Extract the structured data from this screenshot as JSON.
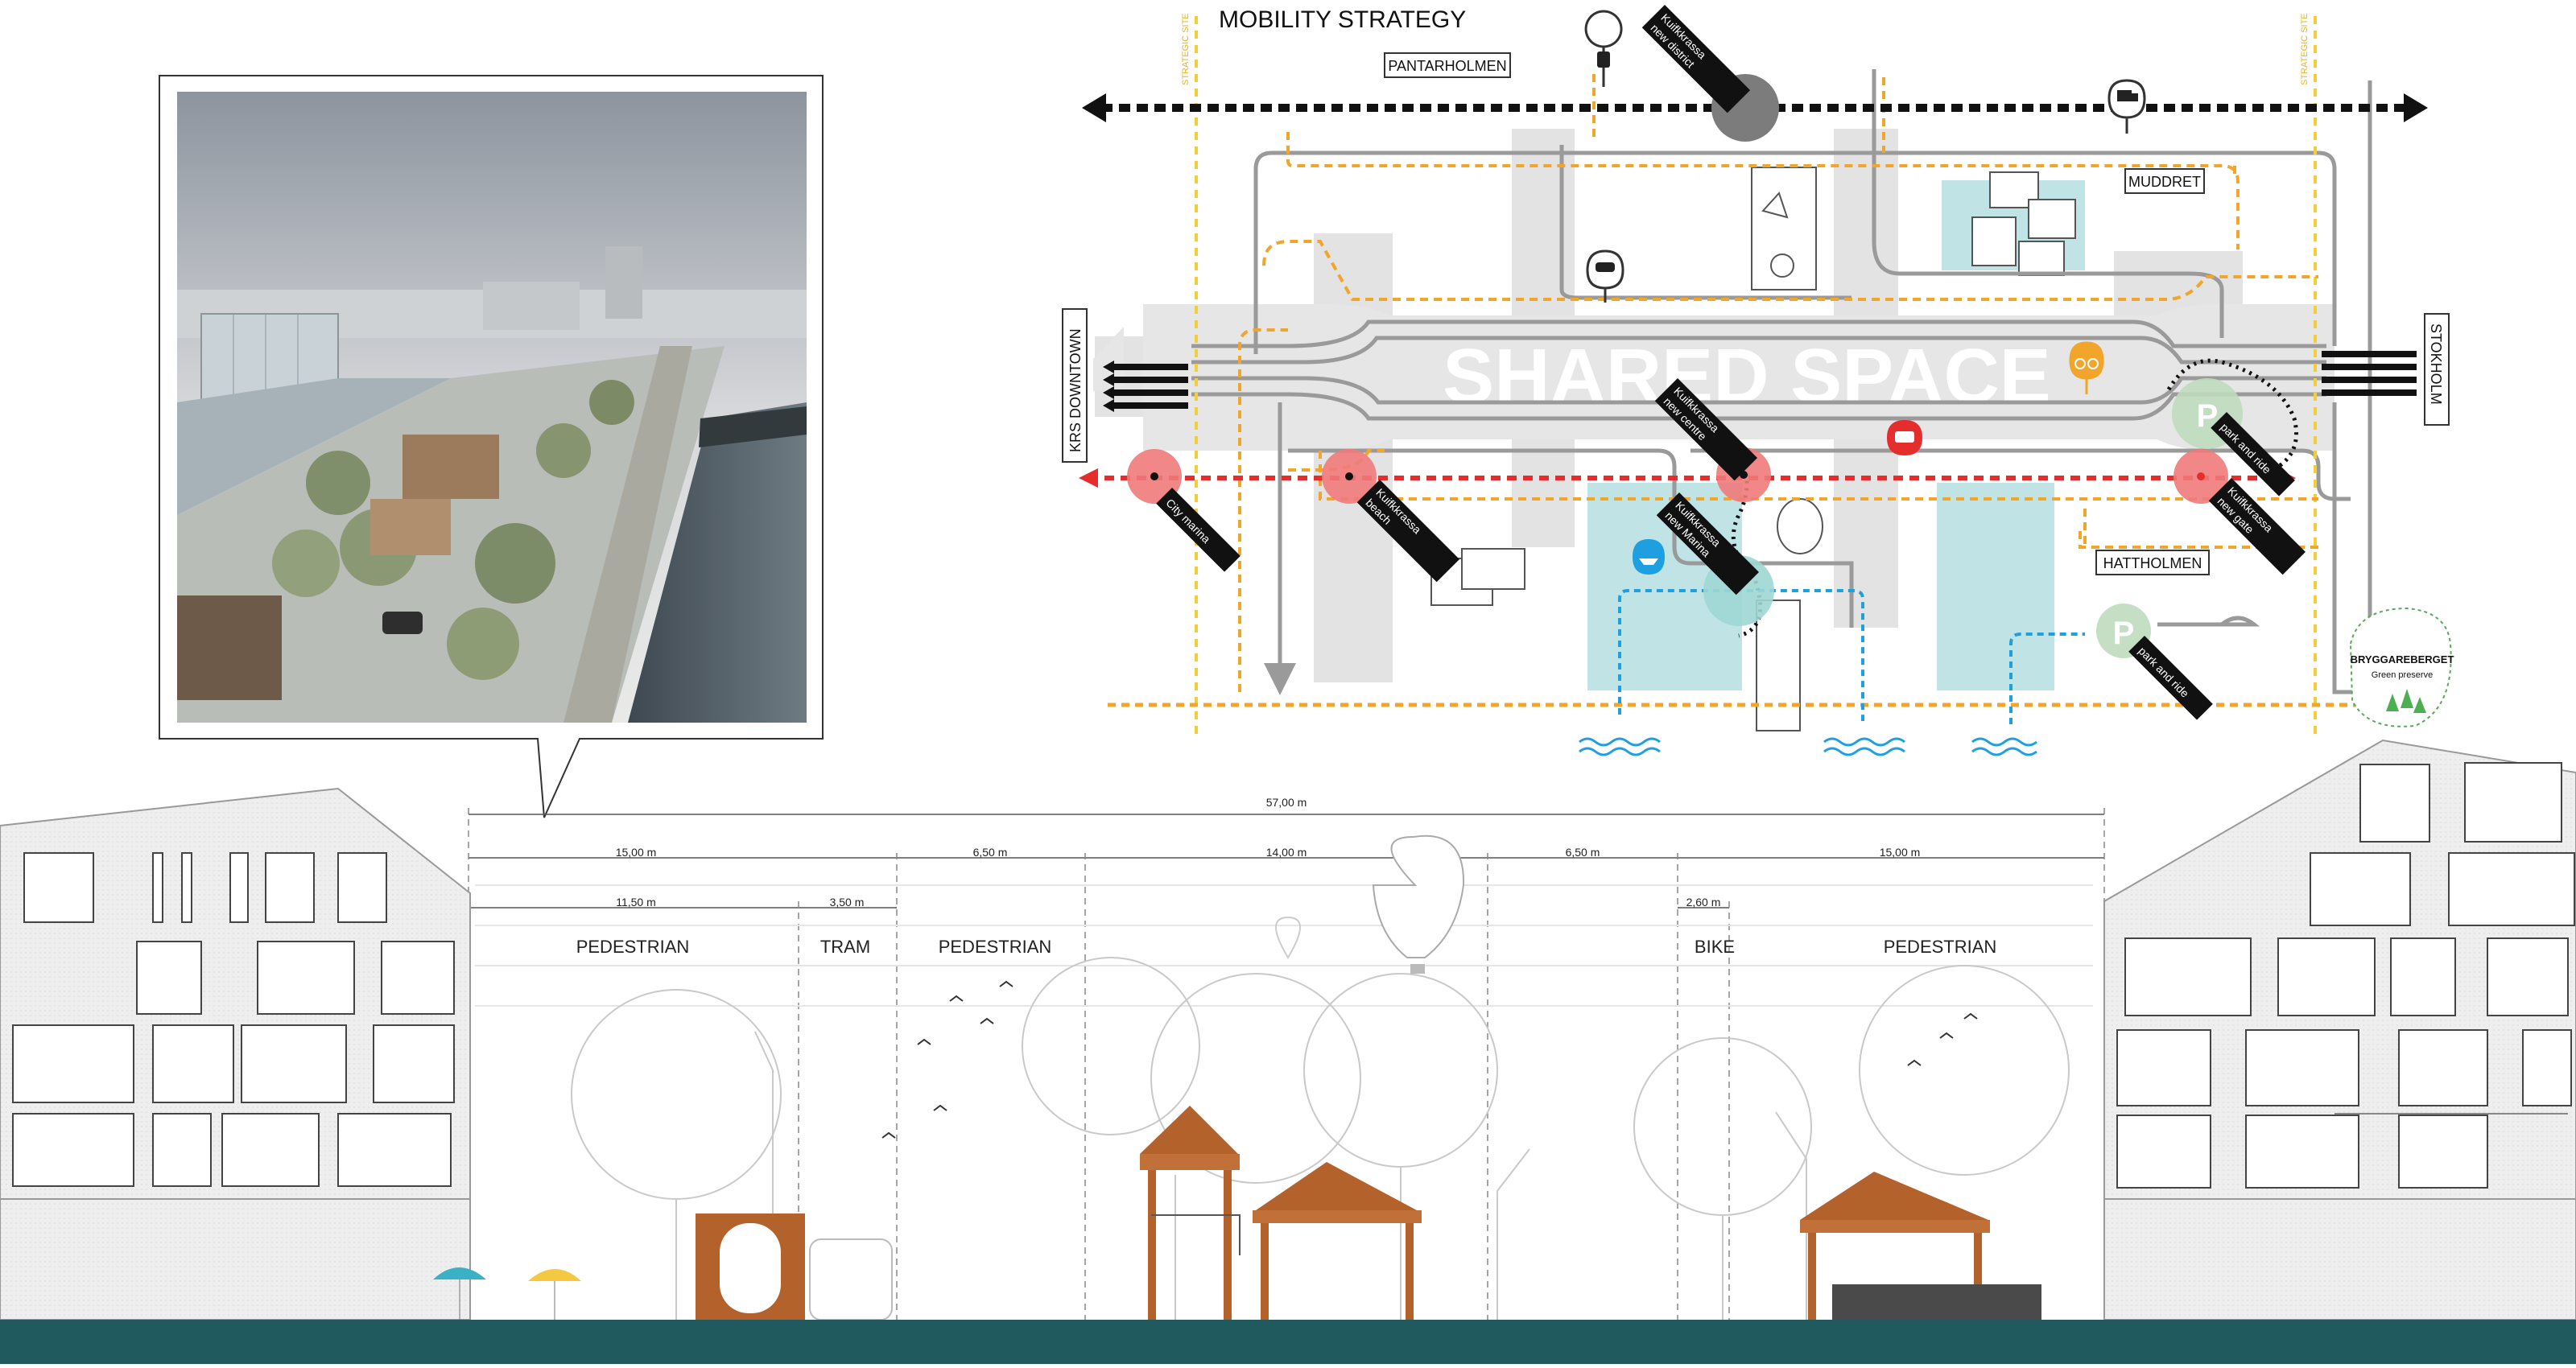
{
  "map": {
    "title": "MOBILITY STRATEGY",
    "shared_space": "SHARED SPACE",
    "strategic_site": "STRATEGIC SITE",
    "districts": {
      "pantarholmen": "PANTARHOLMEN",
      "muddret": "MUDDRET",
      "hattholmen": "HATTHOLMEN",
      "krs_downtown": "KRS DOWNTOWN",
      "stokholm": "STOKHOLM"
    },
    "green_preserve": {
      "name": "BRYGGAREBERGET",
      "sub": "Green preserve"
    },
    "stops": [
      {
        "line1": "Kuifkkrassa",
        "line2": "new district"
      },
      {
        "line1": "Kuifkkrassa",
        "line2": "new centre"
      },
      {
        "line1": "Kuifkkrassa",
        "line2": "new Marina"
      },
      {
        "line1": "City marina"
      },
      {
        "line1": "Kuifkkrassa",
        "line2": "beach"
      },
      {
        "line1": "park and ride"
      },
      {
        "line1": "Kuifkkrassa",
        "line2": "new gate"
      },
      {
        "line1": "park and ride"
      }
    ],
    "colors": {
      "tram": "#e52d2d",
      "bus": "#f2a52b",
      "strategic": "#f2cf3a",
      "water": "#1ea0e0",
      "road": "#9a9a9a",
      "block": "#e3e3e3",
      "green": "#bfe1e3",
      "pr": "#bfdcbf"
    }
  },
  "section": {
    "total": "57,00 m",
    "widths": [
      "15,00 m",
      "6,50 m",
      "14,00 m",
      "6,50 m",
      "15,00 m"
    ],
    "subwidths": [
      "11,50 m",
      "3,50 m",
      "2,60 m"
    ],
    "lanes": [
      "PEDESTRIAN",
      "TRAM",
      "PEDESTRIAN",
      "BIKE",
      "PEDESTRIAN"
    ]
  },
  "colors": {
    "ground": "#205a5e",
    "rust": "#b4622b",
    "facade": "#ececec"
  }
}
